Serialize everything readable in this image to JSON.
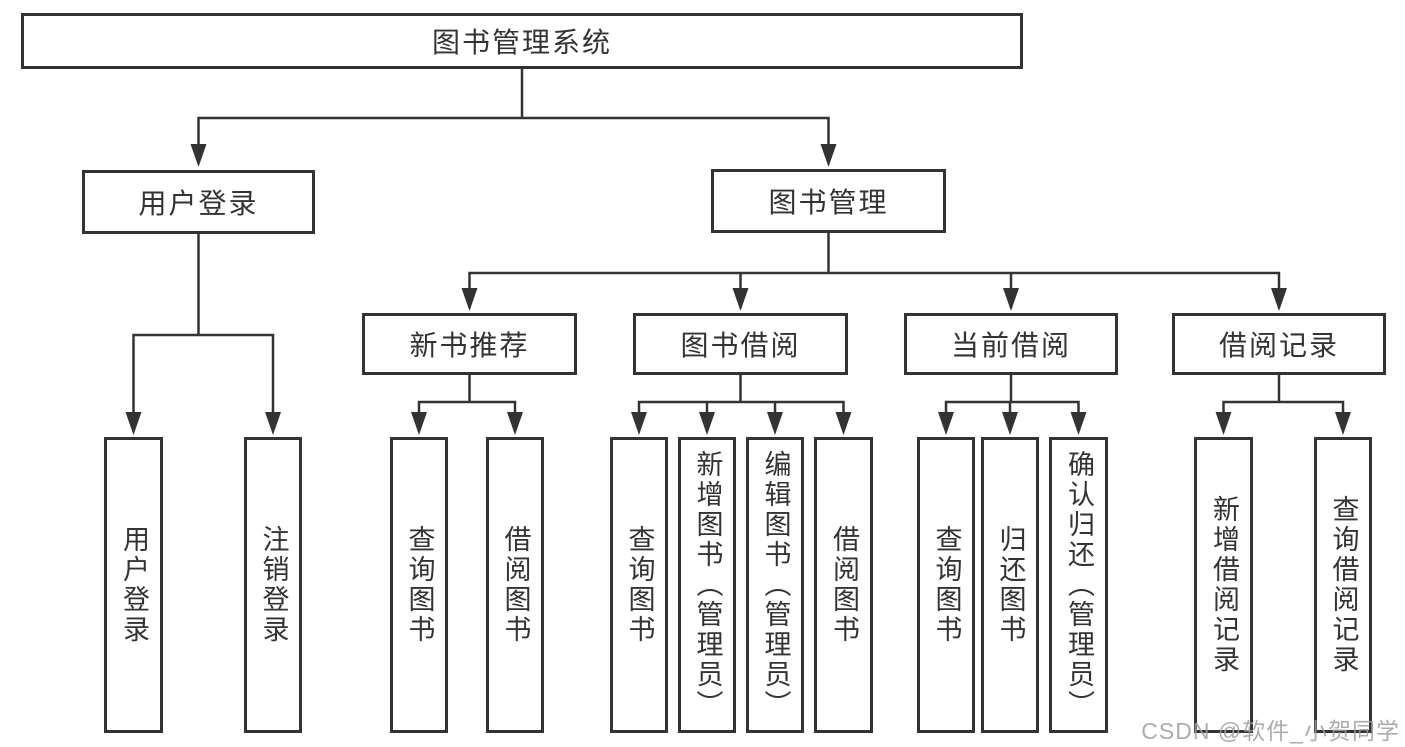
{
  "diagram": {
    "title": "图书管理系统",
    "watermark": "CSDN @软件_小贺同学",
    "colors": {
      "line": "#333333",
      "text": "#333333",
      "background": "#ffffff",
      "watermark": "#9e9e9e"
    },
    "tree": {
      "root": {
        "label": "图书管理系统"
      },
      "branches": [
        {
          "label": "用户登录",
          "children": [
            {
              "label": "用户登录"
            },
            {
              "label": "注销登录"
            }
          ]
        },
        {
          "label": "图书管理",
          "children": [
            {
              "label": "新书推荐",
              "children": [
                {
                  "label": "查询图书"
                },
                {
                  "label": "借阅图书"
                }
              ]
            },
            {
              "label": "图书借阅",
              "children": [
                {
                  "label": "查询图书"
                },
                {
                  "label": "新增图书（管理员）"
                },
                {
                  "label": "编辑图书（管理员）"
                },
                {
                  "label": "借阅图书"
                }
              ]
            },
            {
              "label": "当前借阅",
              "children": [
                {
                  "label": "查询图书"
                },
                {
                  "label": "归还图书"
                },
                {
                  "label": "确认归还（管理员）"
                }
              ]
            },
            {
              "label": "借阅记录",
              "children": [
                {
                  "label": "新增借阅记录"
                },
                {
                  "label": "查询借阅记录"
                }
              ]
            }
          ]
        }
      ]
    }
  }
}
